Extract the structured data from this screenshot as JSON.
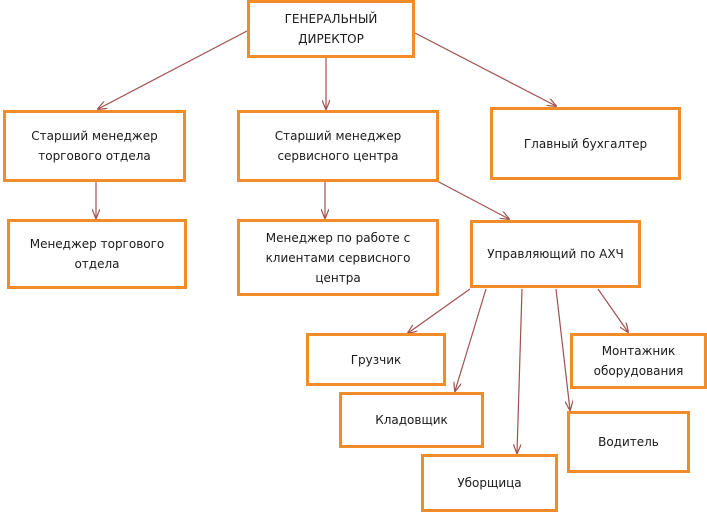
{
  "colors": {
    "box_border": "#f28c28",
    "connector": "#a0524f",
    "text": "#1a1a1a"
  },
  "nodes": {
    "gd": "ГЕНЕРАЛЬНЫЙ\nДИРЕКТОР",
    "smto": "Старший менеджер\nторгового отдела",
    "smsc": "Старший менеджер\nсервисного центра",
    "gb": "Главный бухгалтер",
    "mto": "Менеджер торгового\nотдела",
    "mpk": "Менеджер по работе с\nклиентами  сервисного\nцентра",
    "upr": "Управляющий по АХЧ",
    "gruz": "Грузчик",
    "mont": "Монтажник\nоборудования",
    "klad": "Кладовщик",
    "vod": "Водитель",
    "uborsh": "Уборщица"
  },
  "edges": [
    [
      "gd",
      "smto"
    ],
    [
      "gd",
      "smsc"
    ],
    [
      "gd",
      "gb"
    ],
    [
      "smto",
      "mto"
    ],
    [
      "smsc",
      "mpk"
    ],
    [
      "smsc",
      "upr"
    ],
    [
      "upr",
      "gruz"
    ],
    [
      "upr",
      "klad"
    ],
    [
      "upr",
      "uborsh"
    ],
    [
      "upr",
      "vod"
    ],
    [
      "upr",
      "mont"
    ]
  ]
}
